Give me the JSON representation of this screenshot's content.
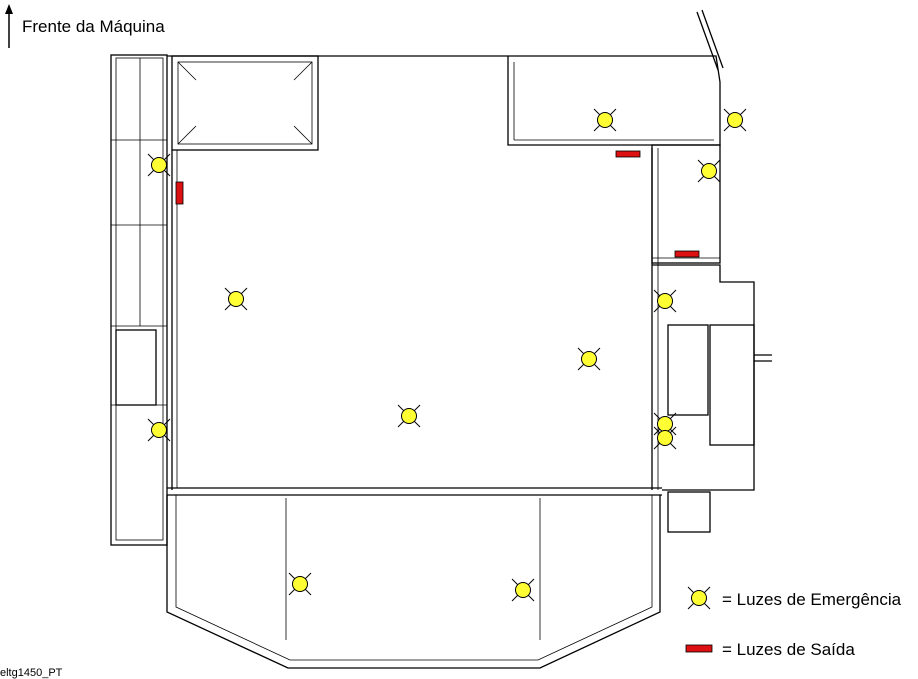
{
  "front_label": "Frente da Máquina",
  "drawing_id": "eltg1450_PT",
  "legend": {
    "emergency_label": "= Luzes de Emergência",
    "exit_label": "= Luzes de Saída"
  },
  "colors": {
    "emergency_fill": "#ffff33",
    "exit_fill": "#dd1111",
    "line": "#000000"
  },
  "icons": {
    "emergency": "emergency-light-icon",
    "exit": "exit-light-icon",
    "front": "arrow-up-icon"
  }
}
